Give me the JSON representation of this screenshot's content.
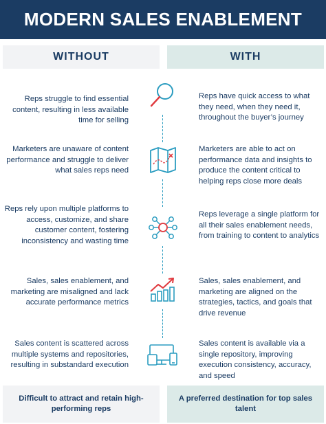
{
  "title": "MODERN SALES ENABLEMENT",
  "columns": {
    "without": "WITHOUT",
    "with": "WITH"
  },
  "rows": [
    {
      "icon": "magnifier-icon",
      "without": "Reps struggle to find essential content, resulting in less available time for selling",
      "with": "Reps have quick access to what they need, when they need it, throughout the buyer’s journey"
    },
    {
      "icon": "map-icon",
      "without": "Marketers are unaware of content performance and struggle to deliver what sales reps need",
      "with": "Marketers are able to act on performance data and insights to produce the content critical to helping reps close more deals"
    },
    {
      "icon": "network-hub-icon",
      "without": "Reps rely upon multiple platforms to access, customize, and share customer content, fostering inconsistency and wasting time",
      "with": "Reps leverage a single platform for all their sales enablement needs, from training to content to analytics"
    },
    {
      "icon": "growth-chart-icon",
      "without": "Sales, sales enablement, and marketing are misaligned and lack accurate performance metrics",
      "with": "Sales, sales enablement, and marketing are aligned on the strategies, tactics, and goals that drive revenue"
    },
    {
      "icon": "devices-icon",
      "without": "Sales content is scattered across multiple systems and repositories, resulting in substandard execution",
      "with": "Sales content is available via a single repository, improving execution consistency, accuracy, and speed"
    }
  ],
  "footer": {
    "without": "Difficult to attract and retain high-performing reps",
    "with": "A preferred destination for top sales talent"
  },
  "colors": {
    "navy": "#1b3c63",
    "teal": "#2a9cc0",
    "red": "#e0393e",
    "with_bg": "#dceae8",
    "without_bg": "#f2f3f5"
  }
}
